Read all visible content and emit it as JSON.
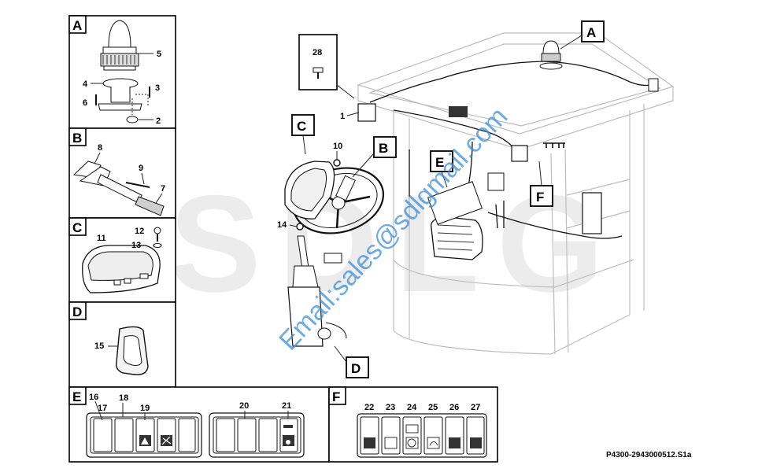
{
  "watermark": {
    "brand": "SDLG",
    "email": "Email:sales@sdlgmail.com",
    "color": "#3d8fd9"
  },
  "figure_code": "P4300-2943000512.S1a",
  "panels": [
    {
      "letter": "A",
      "parts": [
        "5",
        "4",
        "3",
        "6",
        "2"
      ]
    },
    {
      "letter": "B",
      "parts": [
        "8",
        "9",
        "7"
      ]
    },
    {
      "letter": "C",
      "parts": [
        "11",
        "12",
        "13"
      ]
    },
    {
      "letter": "D",
      "parts": [
        "15"
      ]
    },
    {
      "letter": "E",
      "parts": [
        "16",
        "17",
        "18",
        "19",
        "20",
        "21"
      ]
    },
    {
      "letter": "F",
      "parts": [
        "22",
        "23",
        "24",
        "25",
        "26",
        "27"
      ]
    }
  ],
  "main_view": {
    "callouts": [
      "A",
      "B",
      "C",
      "D",
      "E",
      "F"
    ],
    "parts": [
      "28",
      "1",
      "10",
      "14"
    ]
  },
  "icons": [
    "beacon-lamp-icon",
    "mounting-bracket-icon",
    "display-icon",
    "grommet-icon",
    "rocker-switch-icon",
    "steering-wheel-icon",
    "joystick-icon"
  ]
}
